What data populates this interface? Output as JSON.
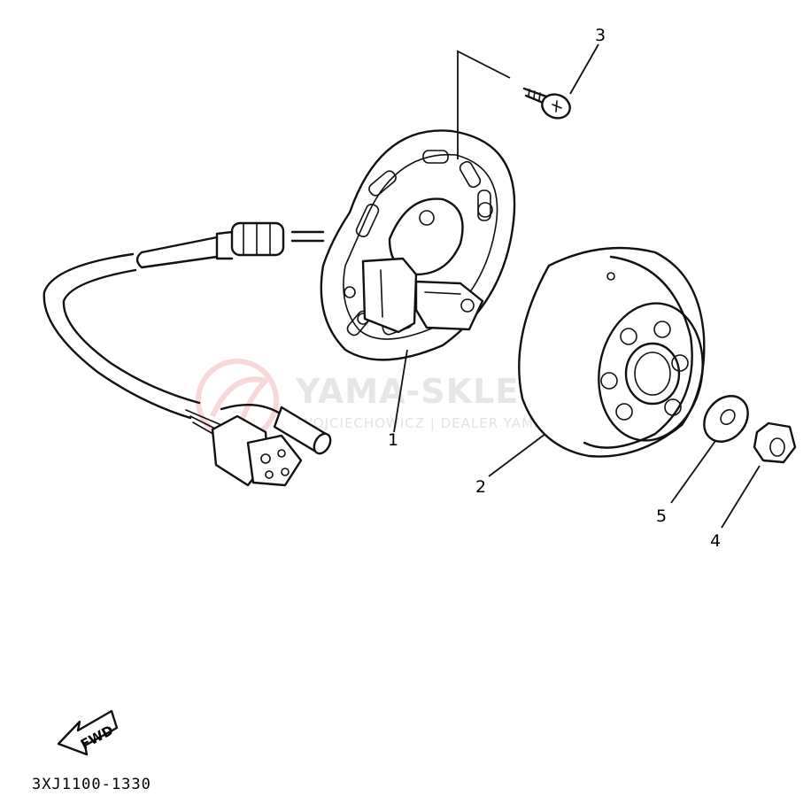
{
  "diagram": {
    "part_code": "3XJ1100-1330",
    "direction_label": "FWD",
    "watermark": {
      "brand": "YAMA-SKLEP.PL",
      "subtitle": "WOJCIECHOWICZ | DEALER YAMAHA"
    },
    "parts": [
      {
        "id": "1",
        "label": "1"
      },
      {
        "id": "2",
        "label": "2"
      },
      {
        "id": "3",
        "label": "3"
      },
      {
        "id": "4",
        "label": "4"
      },
      {
        "id": "5",
        "label": "5"
      }
    ]
  }
}
